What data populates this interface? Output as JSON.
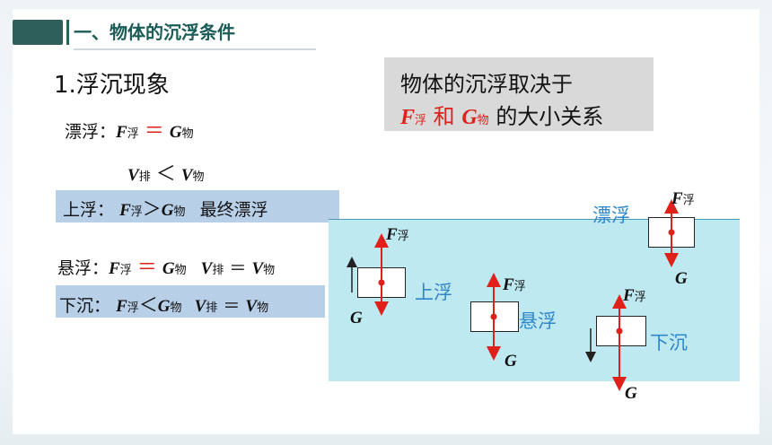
{
  "header": {
    "title": "一、物体的沉浮条件"
  },
  "section": {
    "heading": "1.浮沉现象"
  },
  "conditions": {
    "floating": {
      "label": "漂浮：",
      "rel": "＝"
    },
    "floating_v": {
      "rel": "＜"
    },
    "rising": {
      "label": "上浮：",
      "rel": "＞",
      "note": "最终漂浮"
    },
    "suspended": {
      "label": "悬浮：",
      "rel": "＝",
      "vrel": "＝"
    },
    "sinking": {
      "label": "下沉：",
      "rel": "＜",
      "vrel": "＝"
    }
  },
  "symbols": {
    "F": "F",
    "G": "G",
    "V": "V",
    "buoy": "浮",
    "obj": "物",
    "disp": "排"
  },
  "callout": {
    "line1": "物体的沉浮取决于",
    "and": "和",
    "suffix": "的大小关系"
  },
  "diagram": {
    "state_float": "漂浮",
    "state_rise": "上浮",
    "state_suspend": "悬浮",
    "state_sink": "下沉"
  },
  "colors": {
    "accent": "#1a5c56",
    "force": "#e0201a",
    "water": "#bfe9f0",
    "label": "#2f86c8"
  }
}
